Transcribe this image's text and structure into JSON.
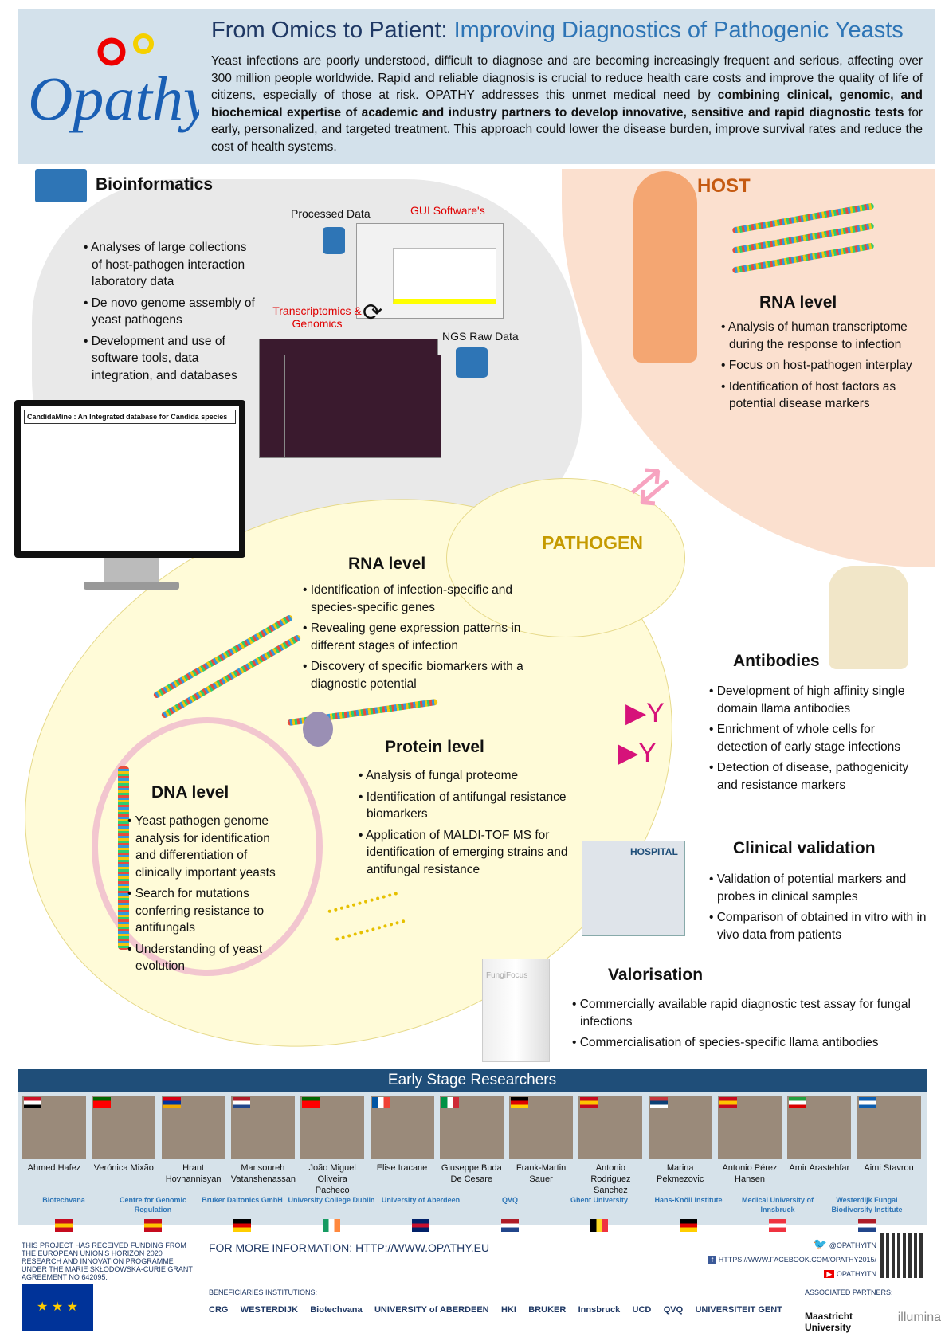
{
  "header": {
    "logo_text": "Opathy",
    "title_plain": "From Omics to Patient: ",
    "title_highlight": "Improving Diagnostics of Pathogenic Yeasts",
    "intro_1": "Yeast infections are poorly understood, difficult to diagnose and are becoming increasingly frequent and serious, affecting over 300 million people worldwide. Rapid and reliable diagnosis is crucial to reduce health care costs and improve the quality of life of citizens, especially of those at risk. OPATHY addresses this unmet medical need by ",
    "intro_bold": "combining clinical, genomic, and biochemical expertise of academic and industry partners to develop innovative, sensitive and rapid diagnostic tests",
    "intro_2": " for early, personalized, and targeted treatment. This approach could lower the disease burden, improve survival rates and reduce the cost of health systems."
  },
  "bioinformatics": {
    "title": "Bioinformatics",
    "bullets": [
      "Analyses of large collections of host-pathogen interaction laboratory data",
      "De novo genome assembly of yeast pathogens",
      "Development and use of software tools, data integration, and databases"
    ],
    "processed_data": "Processed Data",
    "gui": "GUI Software's",
    "transcriptomics": "Transcriptomics & Genomics",
    "ngs": "NGS Raw Data",
    "candidamine": "CandidaMine : An Integrated database for Candida species"
  },
  "host": {
    "title": "HOST",
    "rna_title": "RNA level",
    "bullets": [
      "Analysis of human transcriptome during the response to infection",
      "Focus on host-pathogen interplay",
      "Identification of host factors as potential disease markers"
    ]
  },
  "pathogen": {
    "title": "PATHOGEN",
    "rna_title": "RNA level",
    "rna_bullets": [
      "Identification of infection-specific and species-specific genes",
      "Revealing gene expression patterns in different stages of infection",
      "Discovery of specific biomarkers with a diagnostic potential"
    ],
    "protein_title": "Protein level",
    "protein_bullets": [
      "Analysis of fungal proteome",
      "Identification of  antifungal resistance biomarkers",
      "Application of MALDI-TOF MS for identification of emerging strains and antifungal resistance"
    ],
    "dna_title": "DNA level",
    "dna_bullets": [
      "Yeast pathogen genome analysis for identification and differentiation of clinically important yeasts",
      "Search for mutations conferring resistance to antifungals",
      "Understanding of yeast evolution"
    ]
  },
  "antibodies": {
    "title": "Antibodies",
    "bullets": [
      "Development of high affinity single domain llama antibodies",
      "Enrichment of whole cells for detection of early stage infections",
      "Detection of disease, pathogenicity and resistance markers"
    ]
  },
  "clinical": {
    "title": "Clinical validation",
    "hospital": "HOSPITAL",
    "bullets": [
      "Validation of potential markers and probes in clinical samples",
      "Comparison of obtained in vitro with in vivo data from patients"
    ]
  },
  "valorisation": {
    "title": "Valorisation",
    "box_label": "FungiFocus",
    "bullets": [
      "Commercially available rapid diagnostic test assay for fungal infections",
      "Commercialisation of species-specific llama antibodies"
    ]
  },
  "researchers": {
    "title": "Early Stage Researchers",
    "people": [
      {
        "name": "Ahmed Hafez",
        "flag": [
          "#ce1126",
          "#fff",
          "#000"
        ]
      },
      {
        "name": "Verónica Mixão",
        "flag": [
          "#006600",
          "#ff0000",
          "#ff0000"
        ]
      },
      {
        "name": "Hrant Hovhannisyan",
        "flag": [
          "#d90012",
          "#0033a0",
          "#f2a800"
        ]
      },
      {
        "name": "Mansoureh Vatanshenassan",
        "flag": [
          "#ae1c28",
          "#fff",
          "#21468b"
        ]
      },
      {
        "name": "João Miguel Oliveira Pacheco",
        "flag": [
          "#006600",
          "#ff0000",
          "#ff0000"
        ]
      },
      {
        "name": "Elise Iracane",
        "flag": [
          "#0055a4",
          "#fff",
          "#ef4135"
        ],
        "v": true
      },
      {
        "name": "Giuseppe Buda De Cesare",
        "flag": [
          "#009246",
          "#fff",
          "#ce2b37"
        ],
        "v": true
      },
      {
        "name": "Frank-Martin Sauer",
        "flag": [
          "#000",
          "#dd0000",
          "#ffce00"
        ]
      },
      {
        "name": "Antonio Rodriguez Sanchez",
        "flag": [
          "#c60b1e",
          "#ffc400",
          "#c60b1e"
        ]
      },
      {
        "name": "Marina Pekmezovic",
        "flag": [
          "#c6363c",
          "#0c4076",
          "#fff"
        ]
      },
      {
        "name": "Antonio Pérez Hansen",
        "flag": [
          "#c60b1e",
          "#ffc400",
          "#c60b1e"
        ]
      },
      {
        "name": "Amir Arastehfar",
        "flag": [
          "#239f40",
          "#fff",
          "#da0000"
        ]
      },
      {
        "name": "Aimi Stavrou",
        "flag": [
          "#0d5eaf",
          "#fff",
          "#0d5eaf"
        ]
      }
    ]
  },
  "institutions": [
    {
      "name": "Biotechvana",
      "flag": [
        "#c60b1e",
        "#ffc400",
        "#c60b1e"
      ]
    },
    {
      "name": "Centre for Genomic Regulation",
      "flag": [
        "#c60b1e",
        "#ffc400",
        "#c60b1e"
      ]
    },
    {
      "name": "Bruker Daltonics GmbH",
      "flag": [
        "#000",
        "#dd0000",
        "#ffce00"
      ]
    },
    {
      "name": "University College Dublin",
      "flag": [
        "#169b62",
        "#fff",
        "#ff883e"
      ],
      "v": true
    },
    {
      "name": "University of Aberdeen",
      "flag": [
        "#012169",
        "#c8102e",
        "#012169"
      ]
    },
    {
      "name": "QVQ",
      "flag": [
        "#ae1c28",
        "#fff",
        "#21468b"
      ]
    },
    {
      "name": "Ghent University",
      "flag": [
        "#000",
        "#fdda24",
        "#ef3340"
      ],
      "v": true
    },
    {
      "name": "Hans-Knöll Institute",
      "flag": [
        "#000",
        "#dd0000",
        "#ffce00"
      ]
    },
    {
      "name": "Medical University of Innsbruck",
      "flag": [
        "#ef3340",
        "#fff",
        "#ef3340"
      ]
    },
    {
      "name": "Westerdijk Fungal Biodiversity Institute",
      "flag": [
        "#ae1c28",
        "#fff",
        "#21468b"
      ]
    }
  ],
  "footer": {
    "funding": "THIS PROJECT HAS RECEIVED FUNDING FROM THE EUROPEAN UNION'S HORIZON 2020 RESEARCH AND INNOVATION PROGRAMME UNDER THE MARIE SKŁODOWSKA-CURIE GRANT AGREEMENT NO 642095.",
    "more_info": "FOR MORE INFORMATION: HTTP://WWW.OPATHY.EU",
    "beneficiaries": "BENEFICIARIES INSTITUTIONS:",
    "logos": [
      "CRG",
      "WESTERDIJK",
      "Biotechvana",
      "UNIVERSITY of ABERDEEN",
      "HKI",
      "BRUKER",
      "Innsbruck",
      "UCD",
      "QVQ",
      "UNIVERSITEIT GENT"
    ],
    "twitter": "@OPATHYITN",
    "facebook": "HTTPS://WWW.FACEBOOK.COM/OPATHY2015/",
    "youtube": "OPATHYITN",
    "associated": "ASSOCIATED PARTNERS:",
    "assoc_logos": [
      "Maastricht University",
      "illumina"
    ]
  }
}
